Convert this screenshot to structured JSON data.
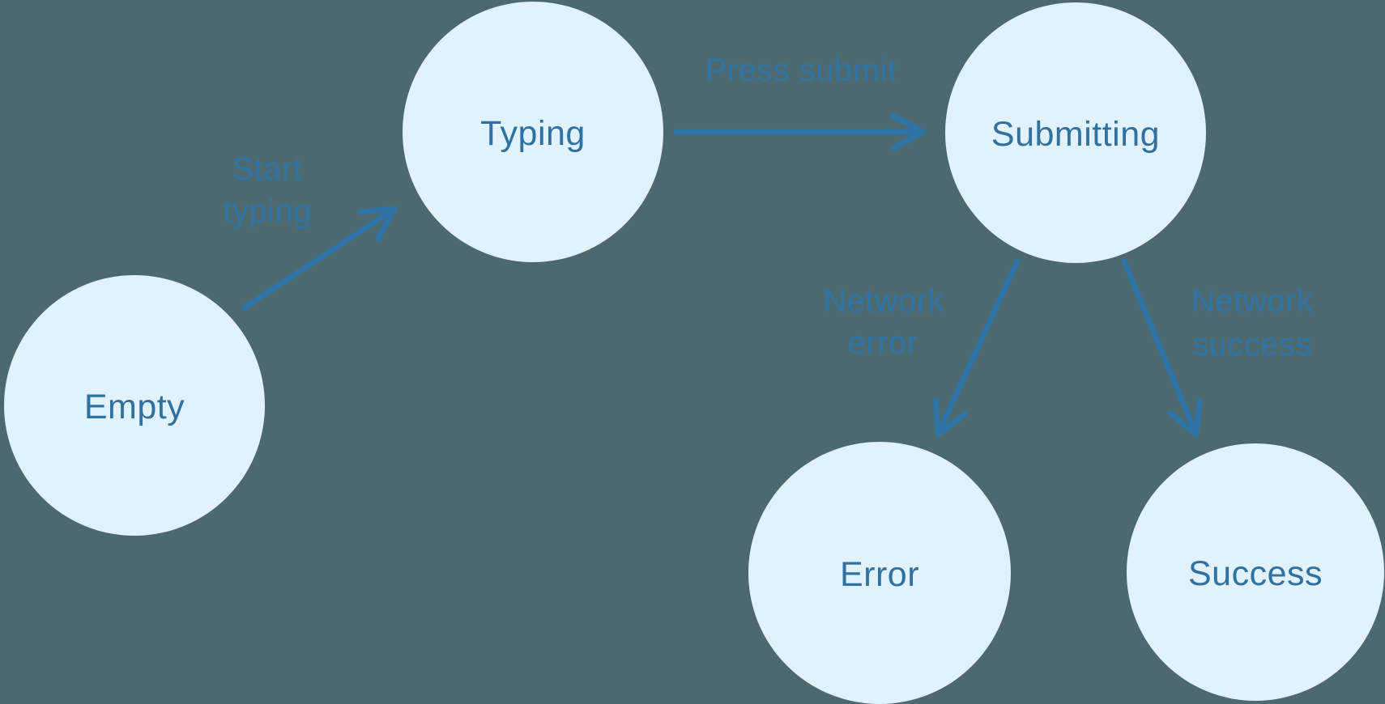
{
  "canvas": {
    "background_color": "#4C696F",
    "type": "state-machine-diagram"
  },
  "palette": {
    "node_fill": "#E2F2FD",
    "node_text": "#2F71A0",
    "edge": "#2E73A6",
    "edge_label": "#2E73A6"
  },
  "nodes": [
    {
      "id": "empty",
      "label": "Empty"
    },
    {
      "id": "typing",
      "label": "Typing"
    },
    {
      "id": "submitting",
      "label": "Submitting"
    },
    {
      "id": "error",
      "label": "Error"
    },
    {
      "id": "success",
      "label": "Success"
    }
  ],
  "edges": [
    {
      "from": "Empty",
      "to": "Typing",
      "label": "Start typing",
      "lines": [
        "Start",
        "typing"
      ]
    },
    {
      "from": "Typing",
      "to": "Submitting",
      "label": "Press submit",
      "lines": [
        "Press submit"
      ]
    },
    {
      "from": "Submitting",
      "to": "Error",
      "label": "Network error",
      "lines": [
        "Network",
        "error"
      ]
    },
    {
      "from": "Submitting",
      "to": "Success",
      "label": "Network success",
      "lines": [
        "Network",
        "success"
      ]
    }
  ]
}
